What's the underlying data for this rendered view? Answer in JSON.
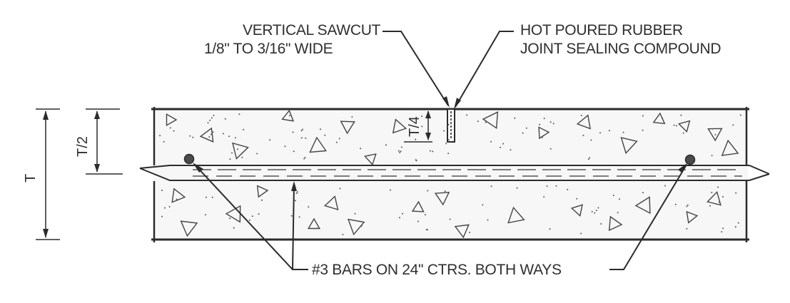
{
  "callouts": {
    "sawcut": {
      "line1": "VERTICAL SAWCUT",
      "line2": "1/8\" TO 3/16\" WIDE"
    },
    "sealant": {
      "line1": "HOT POURED RUBBER",
      "line2": "JOINT SEALING COMPOUND"
    },
    "bars": "#3 BARS ON 24\" CTRS. BOTH WAYS"
  },
  "dimensions": {
    "thickness": "T",
    "half_thickness": "T/2",
    "quarter_thickness": "T/4"
  },
  "colors": {
    "line": "#2b2b2b",
    "slab_fill": "#f7f7f7",
    "rebar": "#4a4a4a"
  }
}
